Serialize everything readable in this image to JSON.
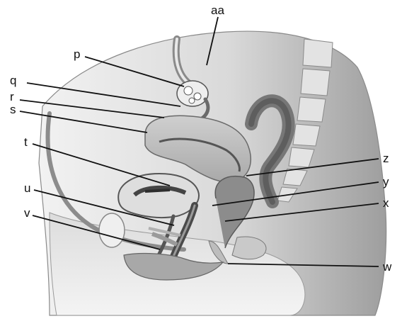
{
  "diagram": {
    "labels": {
      "aa": "aa",
      "p": "p",
      "q": "q",
      "r": "r",
      "s": "s",
      "t": "t",
      "u": "u",
      "v": "v",
      "w": "w",
      "x": "x",
      "y": "y",
      "z": "z"
    }
  }
}
